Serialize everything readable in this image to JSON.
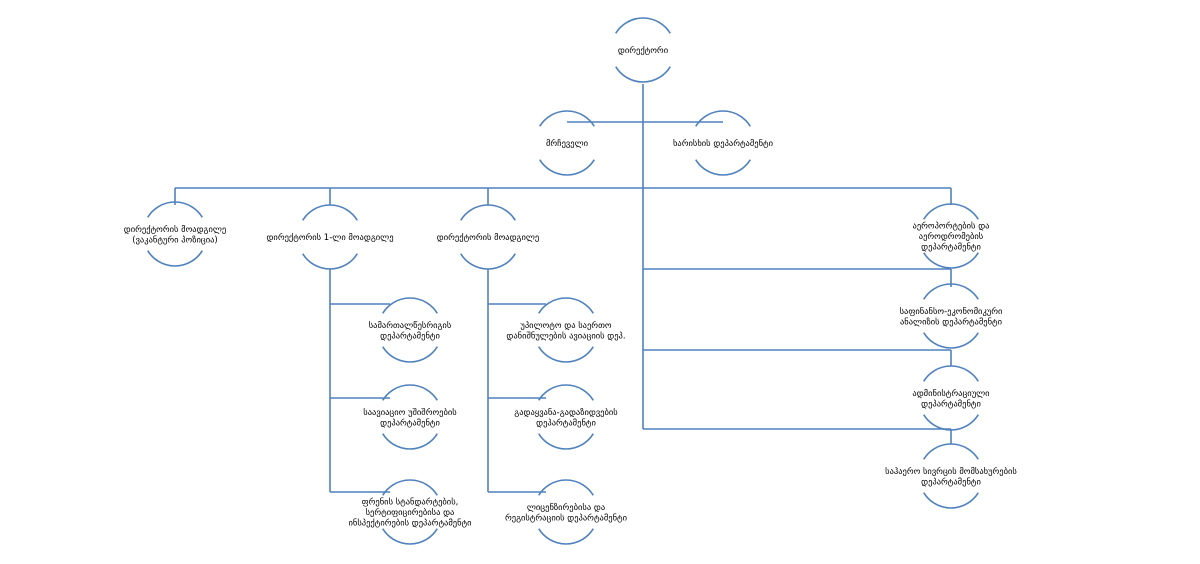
{
  "colors": {
    "connector": "#4f81bd",
    "node_outline": "#4f81bd",
    "text": "#000000",
    "background": "#ffffff"
  },
  "nodes": [
    {
      "id": "director",
      "lines": [
        "დირექტორი"
      ]
    },
    {
      "id": "advisor",
      "lines": [
        "მრჩეველი"
      ]
    },
    {
      "id": "quality",
      "lines": [
        "ხარისხის დეპარტამენტი"
      ]
    },
    {
      "id": "deputy-vacant",
      "lines": [
        "დირექტორის მოადგილე",
        "(ვაკანტური პოზიცია)"
      ]
    },
    {
      "id": "first-deputy",
      "lines": [
        "დირექტორის 1-ლი მოადგილე"
      ]
    },
    {
      "id": "deputy",
      "lines": [
        "დირექტორის მოადგილე"
      ]
    },
    {
      "id": "airports",
      "lines": [
        "აეროპორტების და",
        "აეროდრომების",
        "დეპარტამენტი"
      ]
    },
    {
      "id": "legal",
      "lines": [
        "სამართალწესრიგის",
        "დეპარტამენტი"
      ]
    },
    {
      "id": "aviation-safety",
      "lines": [
        "საავიაციო უშიშროების",
        "დეპარტამენტი"
      ]
    },
    {
      "id": "flight-standards",
      "lines": [
        "ფრენის სტანდარტების,",
        "სერტიფიცირებისა და",
        "ინსპექტირების დეპარტამენტი"
      ]
    },
    {
      "id": "pilots",
      "lines": [
        "უპილოტო და საერთო",
        "დანიშნულების ავიაციის დეპ."
      ]
    },
    {
      "id": "transport",
      "lines": [
        "გადაყვანა-გადაზიდვების",
        "დეპარტამენტი"
      ]
    },
    {
      "id": "licensing",
      "lines": [
        "ლიცენზირებისა და",
        "რეგისტრაციის დეპარტამენტი"
      ]
    },
    {
      "id": "finance",
      "lines": [
        "საფინანსო-ეკონომიკური",
        "ანალიზის დეპარტამენტი"
      ]
    },
    {
      "id": "admin",
      "lines": [
        "ადმინისტრაციული",
        "დეპარტამენტი"
      ]
    },
    {
      "id": "airspace",
      "lines": [
        "საჰაერო სივრცის მომსახურების",
        "დეპარტამენტი"
      ]
    }
  ]
}
